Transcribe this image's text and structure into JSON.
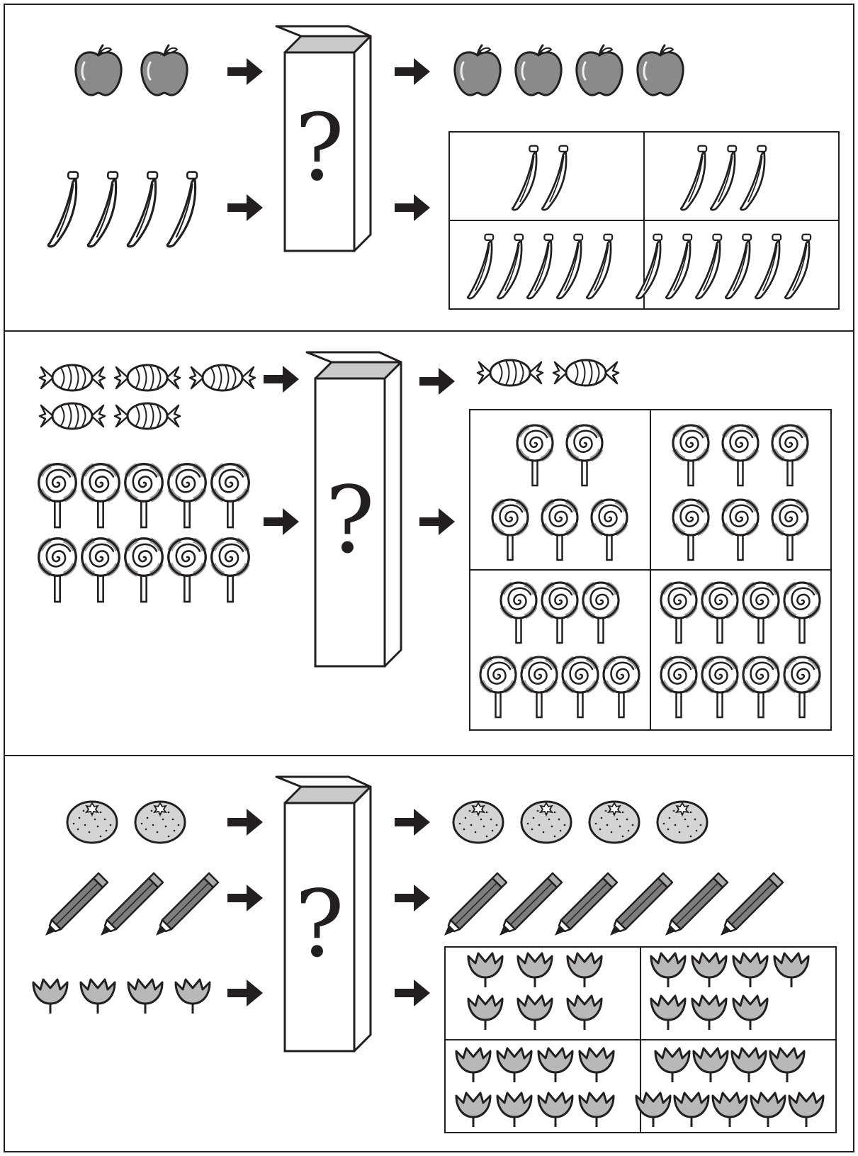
{
  "puzzle": {
    "box_symbol": "?",
    "panels": [
      {
        "rules": [
          {
            "item": "apple",
            "input_count": 2,
            "output_count": 4
          },
          {
            "item": "banana",
            "input_count": 4,
            "answer_options": [
              2,
              3,
              5,
              6
            ]
          }
        ]
      },
      {
        "rules": [
          {
            "item": "candy",
            "input_count": 5,
            "output_count": 2
          },
          {
            "item": "lollipop",
            "input_count": 10,
            "answer_options": [
              5,
              6,
              7,
              8
            ]
          }
        ]
      },
      {
        "rules": [
          {
            "item": "orange",
            "input_count": 2,
            "output_count": 4
          },
          {
            "item": "pencil",
            "input_count": 3,
            "output_count": 6
          },
          {
            "item": "tulip",
            "input_count": 4,
            "answer_options": [
              6,
              7,
              8,
              9
            ]
          }
        ]
      }
    ]
  },
  "colors": {
    "line": "#231f20",
    "apple": "#8a8a8a",
    "orange": "#d4d4d4",
    "pencil": "#7d7d7d",
    "tulip": "#b8b8b8",
    "box_top": "#c9c9c9",
    "swirl_accent": "#9a9a9a"
  },
  "icons": [
    "apple-icon",
    "banana-icon",
    "candy-icon",
    "lollipop-icon",
    "orange-icon",
    "pencil-icon",
    "tulip-icon",
    "arrow-icon",
    "mystery-box-icon"
  ]
}
